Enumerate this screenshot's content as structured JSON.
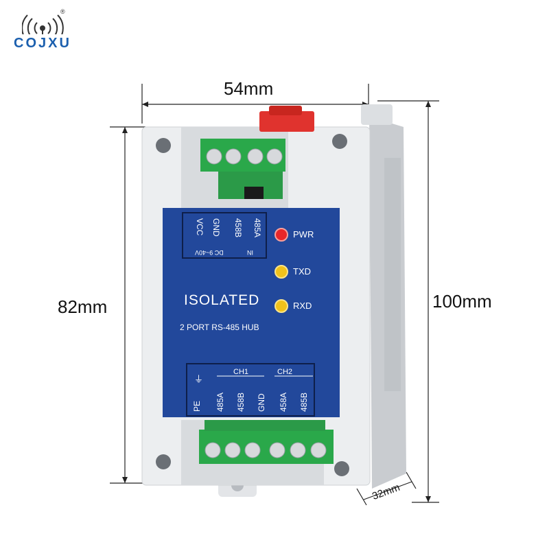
{
  "logo": {
    "brand": "COJXU",
    "registered": "®"
  },
  "dimensions": {
    "width": "54mm",
    "height_body": "82mm",
    "height_total": "100mm",
    "depth": "32mm"
  },
  "top_panel": {
    "labels": [
      "VCC",
      "GND",
      "458B",
      "485A"
    ],
    "power_range": "DC 9~40V",
    "input_label": "IN"
  },
  "leds": [
    {
      "label": "PWR",
      "color": "#e8262a"
    },
    {
      "label": "TXD",
      "color": "#f1c21b"
    },
    {
      "label": "RXD",
      "color": "#f1c21b"
    }
  ],
  "product": {
    "title": "ISOLATED",
    "subtitle": "2 PORT RS-485 HUB"
  },
  "bottom_panel": {
    "pe": "PE",
    "ground_symbol": "⏚",
    "ch1": "CH1",
    "ch2": "CH2",
    "labels": [
      "485A",
      "458B",
      "GND",
      "458A",
      "485B"
    ]
  },
  "colors": {
    "panel_blue": "#22489b",
    "housing": "#e6e8ea",
    "terminal_green": "#2aa84a",
    "connector_red": "#e0332e"
  }
}
